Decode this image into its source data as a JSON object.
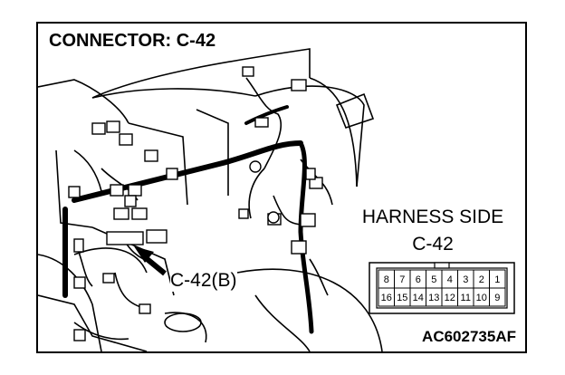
{
  "title": "CONNECTOR: C-42",
  "harness_side_label": "HARNESS SIDE",
  "connector_name": "C-42",
  "callout_label": "C-42(B)",
  "figure_code": "AC602735AF",
  "pins_top_row": [
    "8",
    "7",
    "6",
    "5",
    "4",
    "3",
    "2",
    "1"
  ],
  "pins_bottom_row": [
    "16",
    "15",
    "14",
    "13",
    "12",
    "11",
    "10",
    "9"
  ],
  "colors": {
    "line": "#000000",
    "background": "#ffffff"
  }
}
